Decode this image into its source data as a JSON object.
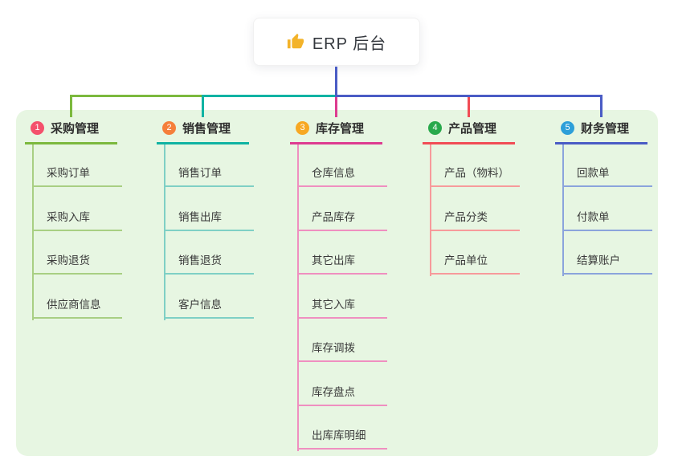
{
  "root": {
    "label": "ERP 后台",
    "icon": "thumbs-up-icon",
    "icon_color": "#f3b32a",
    "line_color": "#4a5cc5"
  },
  "canvas": {
    "background_color": "#ffffff",
    "panel_color": "#e7f6e2",
    "text_color": "#333333"
  },
  "branches": [
    {
      "index": "1",
      "label": "采购管理",
      "badge_color": "#f4516c",
      "line_color": "#7cb93e",
      "child_line_color": "#a8cf83",
      "children": [
        "采购订单",
        "采购入库",
        "采购退货",
        "供应商信息"
      ]
    },
    {
      "index": "2",
      "label": "销售管理",
      "badge_color": "#f57f3b",
      "line_color": "#10b3a3",
      "child_line_color": "#7fd0c5",
      "children": [
        "销售订单",
        "销售出库",
        "销售退货",
        "客户信息"
      ]
    },
    {
      "index": "3",
      "label": "库存管理",
      "badge_color": "#f7a823",
      "line_color": "#dd3b90",
      "child_line_color": "#ef8fc0",
      "children": [
        "仓库信息",
        "产品库存",
        "其它出库",
        "其它入库",
        "库存调拨",
        "库存盘点",
        "出库库明细"
      ]
    },
    {
      "index": "4",
      "label": "产品管理",
      "badge_color": "#29a94c",
      "line_color": "#f14c55",
      "child_line_color": "#f79a9b",
      "children": [
        "产品（物料）",
        "产品分类",
        "产品单位"
      ]
    },
    {
      "index": "5",
      "label": "财务管理",
      "badge_color": "#2d9fd9",
      "line_color": "#4a5cc5",
      "child_line_color": "#8ba4dc",
      "children": [
        "回款单",
        "付款单",
        "结算账户"
      ]
    }
  ]
}
